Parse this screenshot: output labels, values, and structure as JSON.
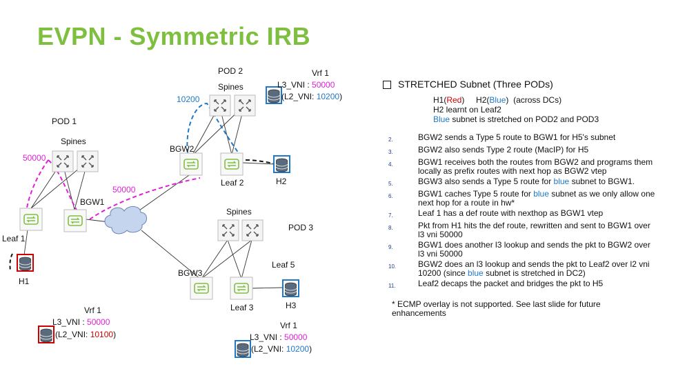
{
  "title": "EVPN - Symmetric IRB",
  "diagram": {
    "pods": [
      "POD 1",
      "POD 2",
      "POD 3"
    ],
    "spines_label": "Spines",
    "devices": {
      "bgw1": "BGW1",
      "bgw2": "BGW2",
      "bgw3": "BGW3",
      "leaf1": "Leaf 1",
      "leaf2": "Leaf 2",
      "leaf3": "Leaf 3",
      "leaf5": "Leaf 5"
    },
    "hosts": {
      "h1": "H1",
      "h2": "H2",
      "h3": "H3"
    },
    "vni_tags": {
      "pod1": "50000",
      "bgw": "50000",
      "pod2": "10200"
    },
    "vrf_blocks": [
      {
        "vrf": "Vrf 1",
        "l3_label": "L3_VNI : ",
        "l3_value": "50000",
        "l2_prefix": "(L2_VNI: ",
        "l2_value": "10200",
        "l2_suffix": ")"
      },
      {
        "vrf": "Vrf 1",
        "l3_label": "L3_VNI : ",
        "l3_value": "50000",
        "l2_prefix": "(L2_VNI: ",
        "l2_value": "10100",
        "l2_suffix": ")"
      },
      {
        "vrf": "Vrf 1",
        "l3_label": "L3_VNI : ",
        "l3_value": "50000",
        "l2_prefix": "(L2_VNI: ",
        "l2_value": "10200",
        "l2_suffix": ")"
      }
    ],
    "colors": {
      "title": "#7fbf3f",
      "magenta": "#e020d8",
      "blue": "#1f78c8",
      "red": "#cc0000",
      "switch": "#7fbf3f",
      "cloud": "#c5d5ee"
    }
  },
  "panel": {
    "heading": "STRETCHED Subnet (Three PODs)",
    "sub": {
      "h1": "H1(",
      "red": "Red",
      "h2mid": ")     H2(",
      "blue": "Blue",
      "h2end": ")  (across DCs)",
      "line2": "H2 learnt on Leaf2",
      "line3_blue": "Blue",
      "line3_rest": " subnet is stretched on POD2 and POD3"
    },
    "steps": [
      {
        "num": "2.",
        "parts": [
          {
            "t": "BGW2 sends a Type 5 route to BGW1 for H5's subnet"
          }
        ]
      },
      {
        "num": "3.",
        "parts": [
          {
            "t": "BGW2 also sends Type 2 route (MacIP) for H5"
          }
        ]
      },
      {
        "num": "4.",
        "parts": [
          {
            "t": "BGW1 receives both the routes from BGW2 and programs them locally as prefix routes with next hop as BGW2 vtep"
          }
        ]
      },
      {
        "num": "5.",
        "parts": [
          {
            "t": "BGW3 also sends a Type 5 route for "
          },
          {
            "t": "blue",
            "c": "blu"
          },
          {
            "t": " subnet to BGW1."
          }
        ]
      },
      {
        "num": "6.",
        "parts": [
          {
            "t": "BGW1 caches Type 5 route for "
          },
          {
            "t": "blue",
            "c": "blu"
          },
          {
            "t": " subnet as we only allow one next hop for a route in hw*"
          }
        ]
      },
      {
        "num": "7.",
        "parts": [
          {
            "t": "Leaf 1 has a def route with nexthop as BGW1 vtep"
          }
        ]
      },
      {
        "num": "8.",
        "parts": [
          {
            "t": "Pkt from H1 hits the def route, rewritten and sent to BGW1 over l3 vni 50000"
          }
        ]
      },
      {
        "num": "9.",
        "parts": [
          {
            "t": "BGW1 does another l3 lookup and sends the pkt to BGW2 over l3 vni 50000"
          }
        ]
      },
      {
        "num": "10.",
        "parts": [
          {
            "t": "BGW2 does an l3 lookup and sends the pkt to Leaf2 over l2 vni 10200 (since "
          },
          {
            "t": "blue",
            "c": "blu"
          },
          {
            "t": " subnet is stretched in DC2)"
          }
        ]
      },
      {
        "num": "11.",
        "parts": [
          {
            "t": "Leaf2 decaps the packet and bridges the pkt to H5"
          }
        ]
      }
    ],
    "note": "* ECMP overlay is not supported. See last slide for future enhancements"
  }
}
